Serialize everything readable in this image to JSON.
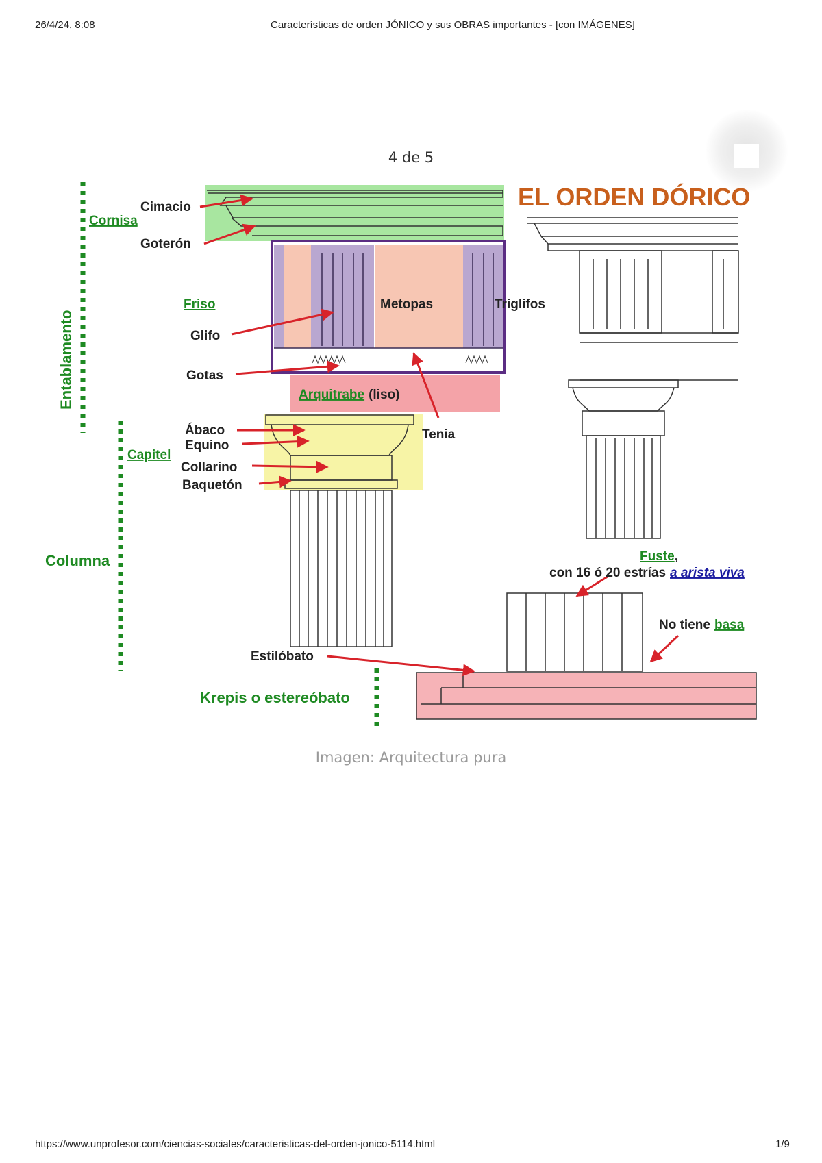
{
  "header": {
    "datetime": "26/4/24, 8:08",
    "page_title": "Características de orden JÓNICO y sus OBRAS importantes - [con IMÁGENES]"
  },
  "gallery": {
    "counter": "4 de 5",
    "caption": "Imagen: Arquitectura pura"
  },
  "diagram": {
    "title": "EL ORDEN DÓRICO",
    "groups": {
      "entablamento": "Entablamento",
      "columna": "Columna",
      "krepis": "Krepis o estereóbato"
    },
    "labels": {
      "cornisa": "Cornisa",
      "cimacio": "Cimacio",
      "goteron": "Goterón",
      "friso": "Friso",
      "glifo": "Glifo",
      "gotas": "Gotas",
      "metopas": "Metopas",
      "triglifos": "Triglifos",
      "arquitrabe": "Arquitrabe",
      "liso": "(liso)",
      "tenia": "Tenia",
      "capitel": "Capitel",
      "abaco": "Ábaco",
      "equino": "Equino",
      "collarino": "Collarino",
      "baqueton": "Baquetón",
      "fuste": "Fuste",
      "fuste_comma": ",",
      "estrias": "con 16 ó 20 estrías",
      "arista_viva": "a arista viva",
      "no_tiene": "No tiene",
      "basa": "basa",
      "estilobato": "Estilóbato"
    },
    "colors": {
      "cornisa_fill": "#a8e6a0",
      "friso_border": "#5b2d83",
      "triglifo_fill": "#b9a7d0",
      "metopa_fill": "#f7c6b3",
      "arquitrabe_fill": "#f4a3a8",
      "capitel_fill": "#f7f4a6",
      "krepis_fill": "#f6b3b7",
      "label_green": "#1e8a22",
      "title_orange": "#c85f1c",
      "arrow_red": "#d8232a",
      "link_blue": "#1a1aa0"
    }
  },
  "footer": {
    "url": "https://www.unprofesor.com/ciencias-sociales/caracteristicas-del-orden-jonico-5114.html",
    "page": "1/9"
  }
}
